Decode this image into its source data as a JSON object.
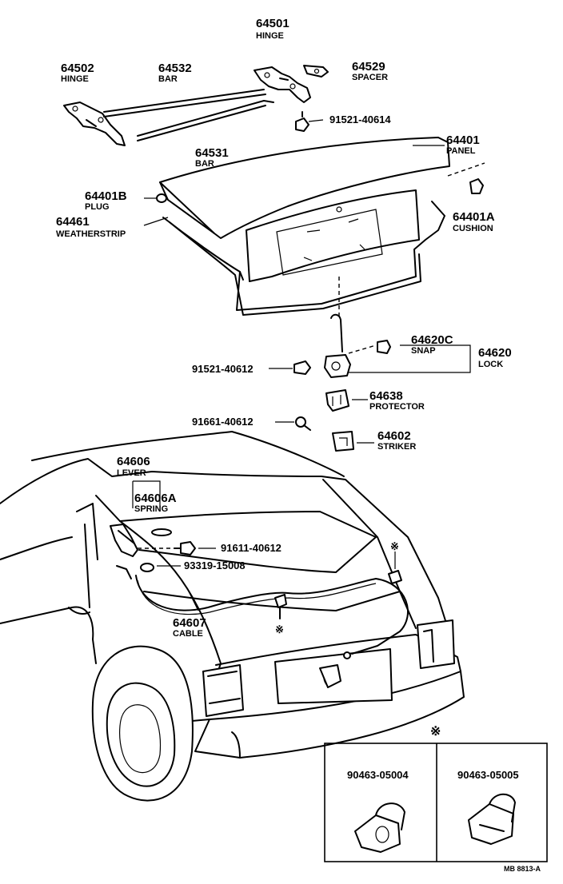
{
  "labels": {
    "p64501": {
      "num": "64501",
      "name": "HINGE"
    },
    "p64502": {
      "num": "64502",
      "name": "HINGE"
    },
    "p64532": {
      "num": "64532",
      "name": "BAR"
    },
    "p64529": {
      "num": "64529",
      "name": "SPACER"
    },
    "p91521_40614": {
      "num": "91521-40614"
    },
    "p64531": {
      "num": "64531",
      "name": "BAR"
    },
    "p64401": {
      "num": "64401",
      "name": "PANEL"
    },
    "p64401B": {
      "num": "64401B",
      "name": "PLUG"
    },
    "p64461": {
      "num": "64461",
      "name": "WEATHERSTRIP"
    },
    "p64401A": {
      "num": "64401A",
      "name": "CUSHION"
    },
    "p64620C": {
      "num": "64620C",
      "name": "SNAP"
    },
    "p64620": {
      "num": "64620",
      "name": "LOCK"
    },
    "p91521_40612": {
      "num": "91521-40612"
    },
    "p64638": {
      "num": "64638",
      "name": "PROTECTOR"
    },
    "p91661_40612": {
      "num": "91661-40612"
    },
    "p64602": {
      "num": "64602",
      "name": "STRIKER"
    },
    "p64606": {
      "num": "64606",
      "name": "LEVER"
    },
    "p64606A": {
      "num": "64606A",
      "name": "SPRING"
    },
    "p91611_40612": {
      "num": "91611-40612"
    },
    "p93319_15008": {
      "num": "93319-15008"
    },
    "p64607": {
      "num": "64607",
      "name": "CABLE"
    }
  },
  "inset": {
    "marker": "※",
    "left_part": "90463-05004",
    "right_part": "90463-05005"
  },
  "markers": {
    "clip_marker_1": "※",
    "clip_marker_2": "※"
  },
  "ref_code": "MB 8813-A"
}
